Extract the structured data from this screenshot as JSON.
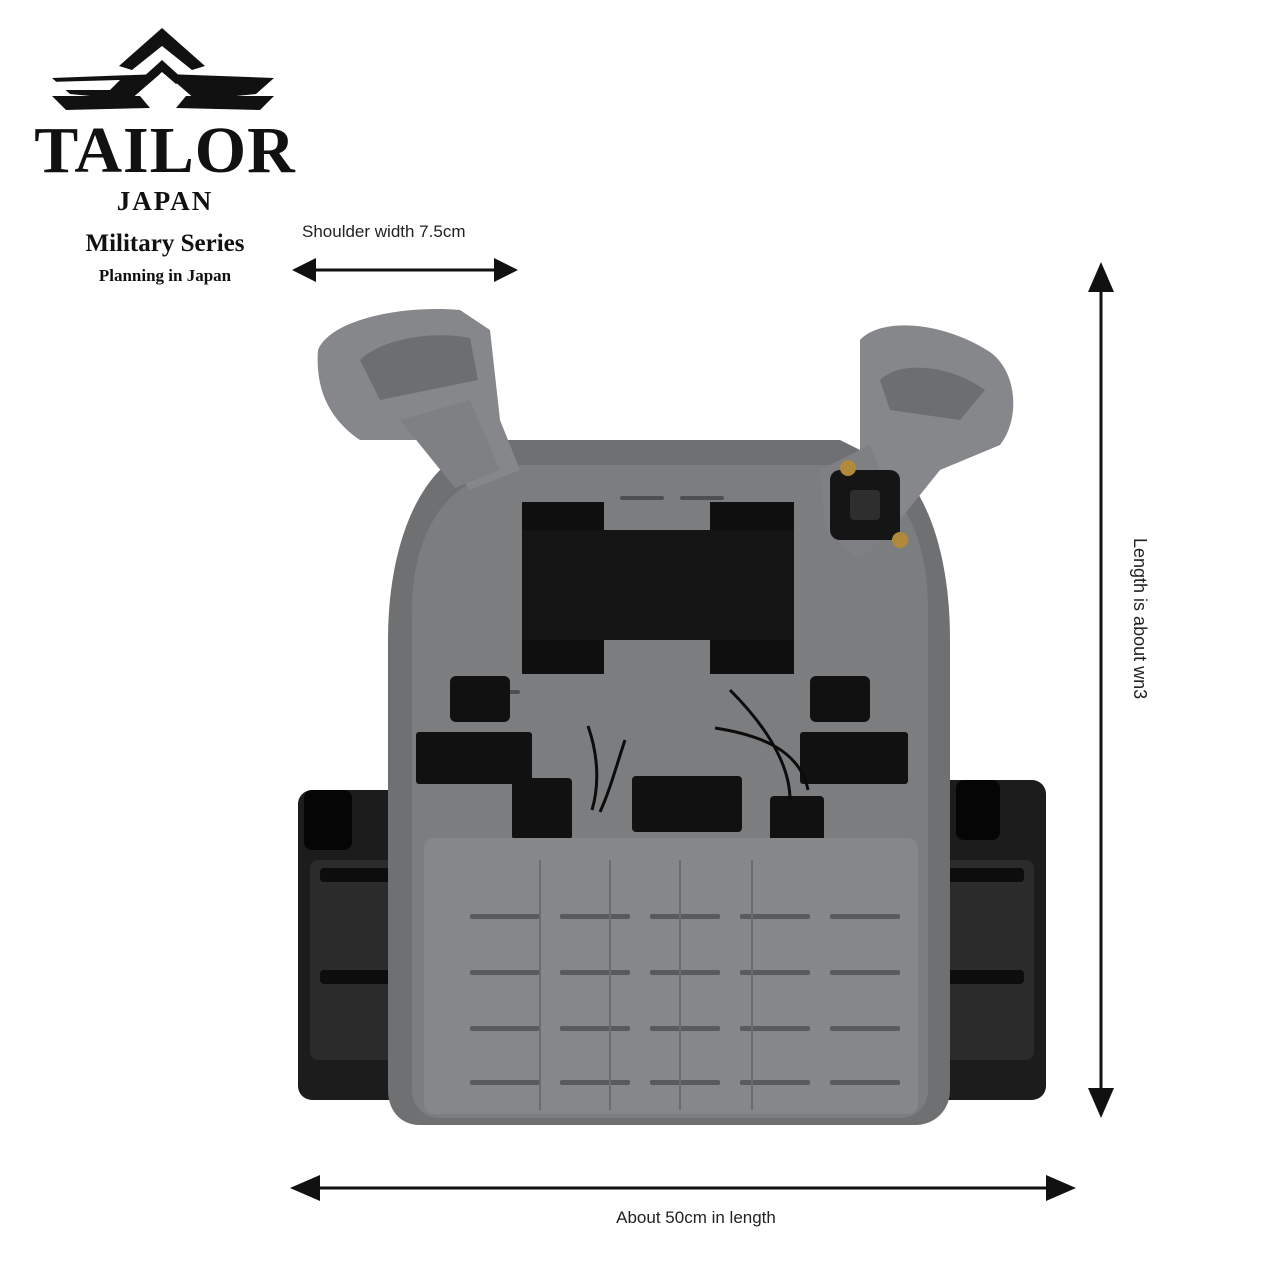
{
  "brand": {
    "name": "TAILOR",
    "country": "JAPAN",
    "series": "Military Series",
    "tagline": "Planning in Japan"
  },
  "dimensions": {
    "shoulder_width_label": "Shoulder width 7.5cm",
    "length_label": "Length is about wn3",
    "width_label": "About 50cm in length"
  },
  "colors": {
    "vest_fabric": "#7b7d7f",
    "vest_shadow": "#5f6163",
    "webbing": "#111111",
    "brass": "#b08a3a",
    "arrow": "#111111"
  },
  "icons": {
    "logo": "chevron-wing-logo",
    "product": "plate-carrier-vest",
    "dimension_markers": "double-headed-arrow"
  }
}
